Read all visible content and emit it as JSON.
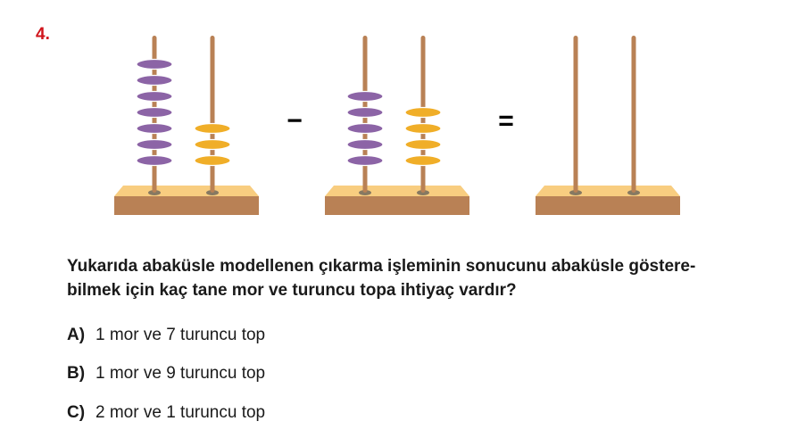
{
  "question_number": "4.",
  "abacuses": [
    {
      "rods": [
        {
          "color": "#8c64a6",
          "beads": 7
        },
        {
          "color": "#f0ae28",
          "beads": 3
        }
      ]
    },
    {
      "rods": [
        {
          "color": "#8c64a6",
          "beads": 5
        },
        {
          "color": "#f0ae28",
          "beads": 4
        }
      ]
    },
    {
      "rods": [
        {
          "color": "#8c64a6",
          "beads": 0
        },
        {
          "color": "#f0ae28",
          "beads": 0
        }
      ]
    }
  ],
  "operators": [
    "−",
    "="
  ],
  "question_text": "Yukarıda abaküsle modellenen çıkarma işleminin sonucunu abaküsle göstere-bilmek için kaç tane mor ve turuncu topa ihtiyaç vardır?",
  "question_line1": "Yukarıda abaküsle modellenen çıkarma işleminin sonucunu abaküsle göstere-",
  "question_line2": "bilmek için kaç tane mor ve turuncu topa ihtiyaç vardır?",
  "options": [
    {
      "letter": "A)",
      "text": "1 mor ve 7 turuncu top"
    },
    {
      "letter": "B)",
      "text": "1 mor ve 9 turuncu top"
    },
    {
      "letter": "C)",
      "text": "2 mor ve 1 turuncu top"
    }
  ]
}
